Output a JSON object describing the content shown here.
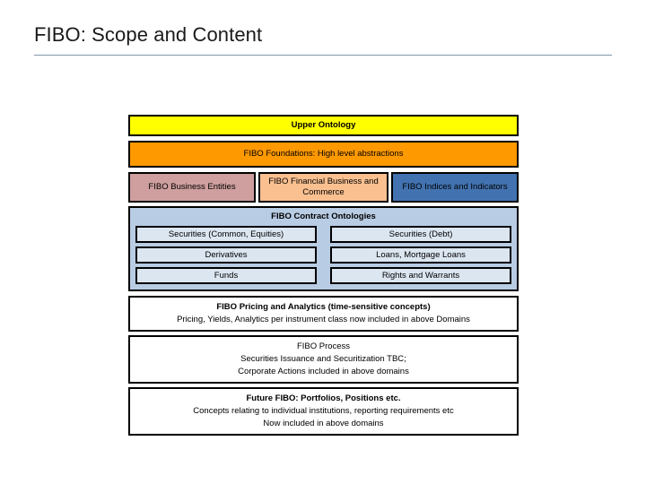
{
  "slide": {
    "title": "FIBO: Scope and Content"
  },
  "diagram": {
    "upper_ontology": {
      "label": "Upper Ontology",
      "color": "#ffff00"
    },
    "foundations": {
      "label": "FIBO Foundations: High level abstractions",
      "color": "#ff9900"
    },
    "domains": [
      {
        "label": "FIBO Business Entities",
        "color": "#cf9e9e"
      },
      {
        "label": "FIBO Financial Business and Commerce",
        "color": "#fac090"
      },
      {
        "label": "FIBO Indices and Indicators",
        "color": "#4272b0"
      }
    ],
    "contract_ontologies": {
      "title": "FIBO Contract Ontologies",
      "container_color": "#b8cce4",
      "cell_color": "#dce6f1",
      "rows": [
        {
          "left": "Securities (Common, Equities)",
          "right": "Securities (Debt)"
        },
        {
          "left": "Derivatives",
          "right": "Loans, Mortgage Loans"
        },
        {
          "left": "Funds",
          "right": "Rights and Warrants"
        }
      ]
    },
    "notes": [
      {
        "head": "FIBO Pricing and Analytics (time-sensitive concepts)",
        "lines": [
          "Pricing, Yields, Analytics per instrument class now included in above Domains"
        ]
      },
      {
        "head": "FIBO Process",
        "lines": [
          "Securities Issuance and Securitization TBC;",
          "Corporate Actions included in above domains"
        ]
      },
      {
        "head": "Future FIBO: Portfolios, Positions etc.",
        "lines": [
          "Concepts relating to individual institutions, reporting requirements etc",
          "Now included in above domains"
        ]
      }
    ]
  }
}
